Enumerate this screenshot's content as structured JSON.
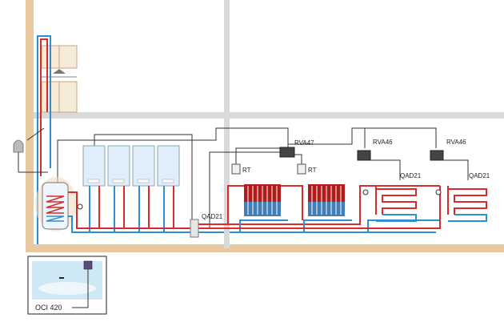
{
  "labels": {
    "rva47": "RVA47",
    "rva46_a": "RVA46",
    "rva46_b": "RVA46",
    "rt_a": "RT",
    "rt_b": "RT",
    "qad21_main": "QAD21",
    "qad21_a": "QAD21",
    "qad21_b": "QAD21",
    "oci": "OCI 420"
  },
  "colors": {
    "supply": "#d92b2b",
    "return": "#2f8fd0",
    "control": "#333333",
    "wall": "#e8c9a0",
    "ceiling": "#d9d9d9",
    "boiler_body": "#dfeefa",
    "oci_body": "#cfe8f5"
  },
  "icons": {
    "outdoor_sensor": "outdoor-sensor-icon",
    "controller": "controller-icon",
    "room_thermostat": "thermostat-icon"
  }
}
